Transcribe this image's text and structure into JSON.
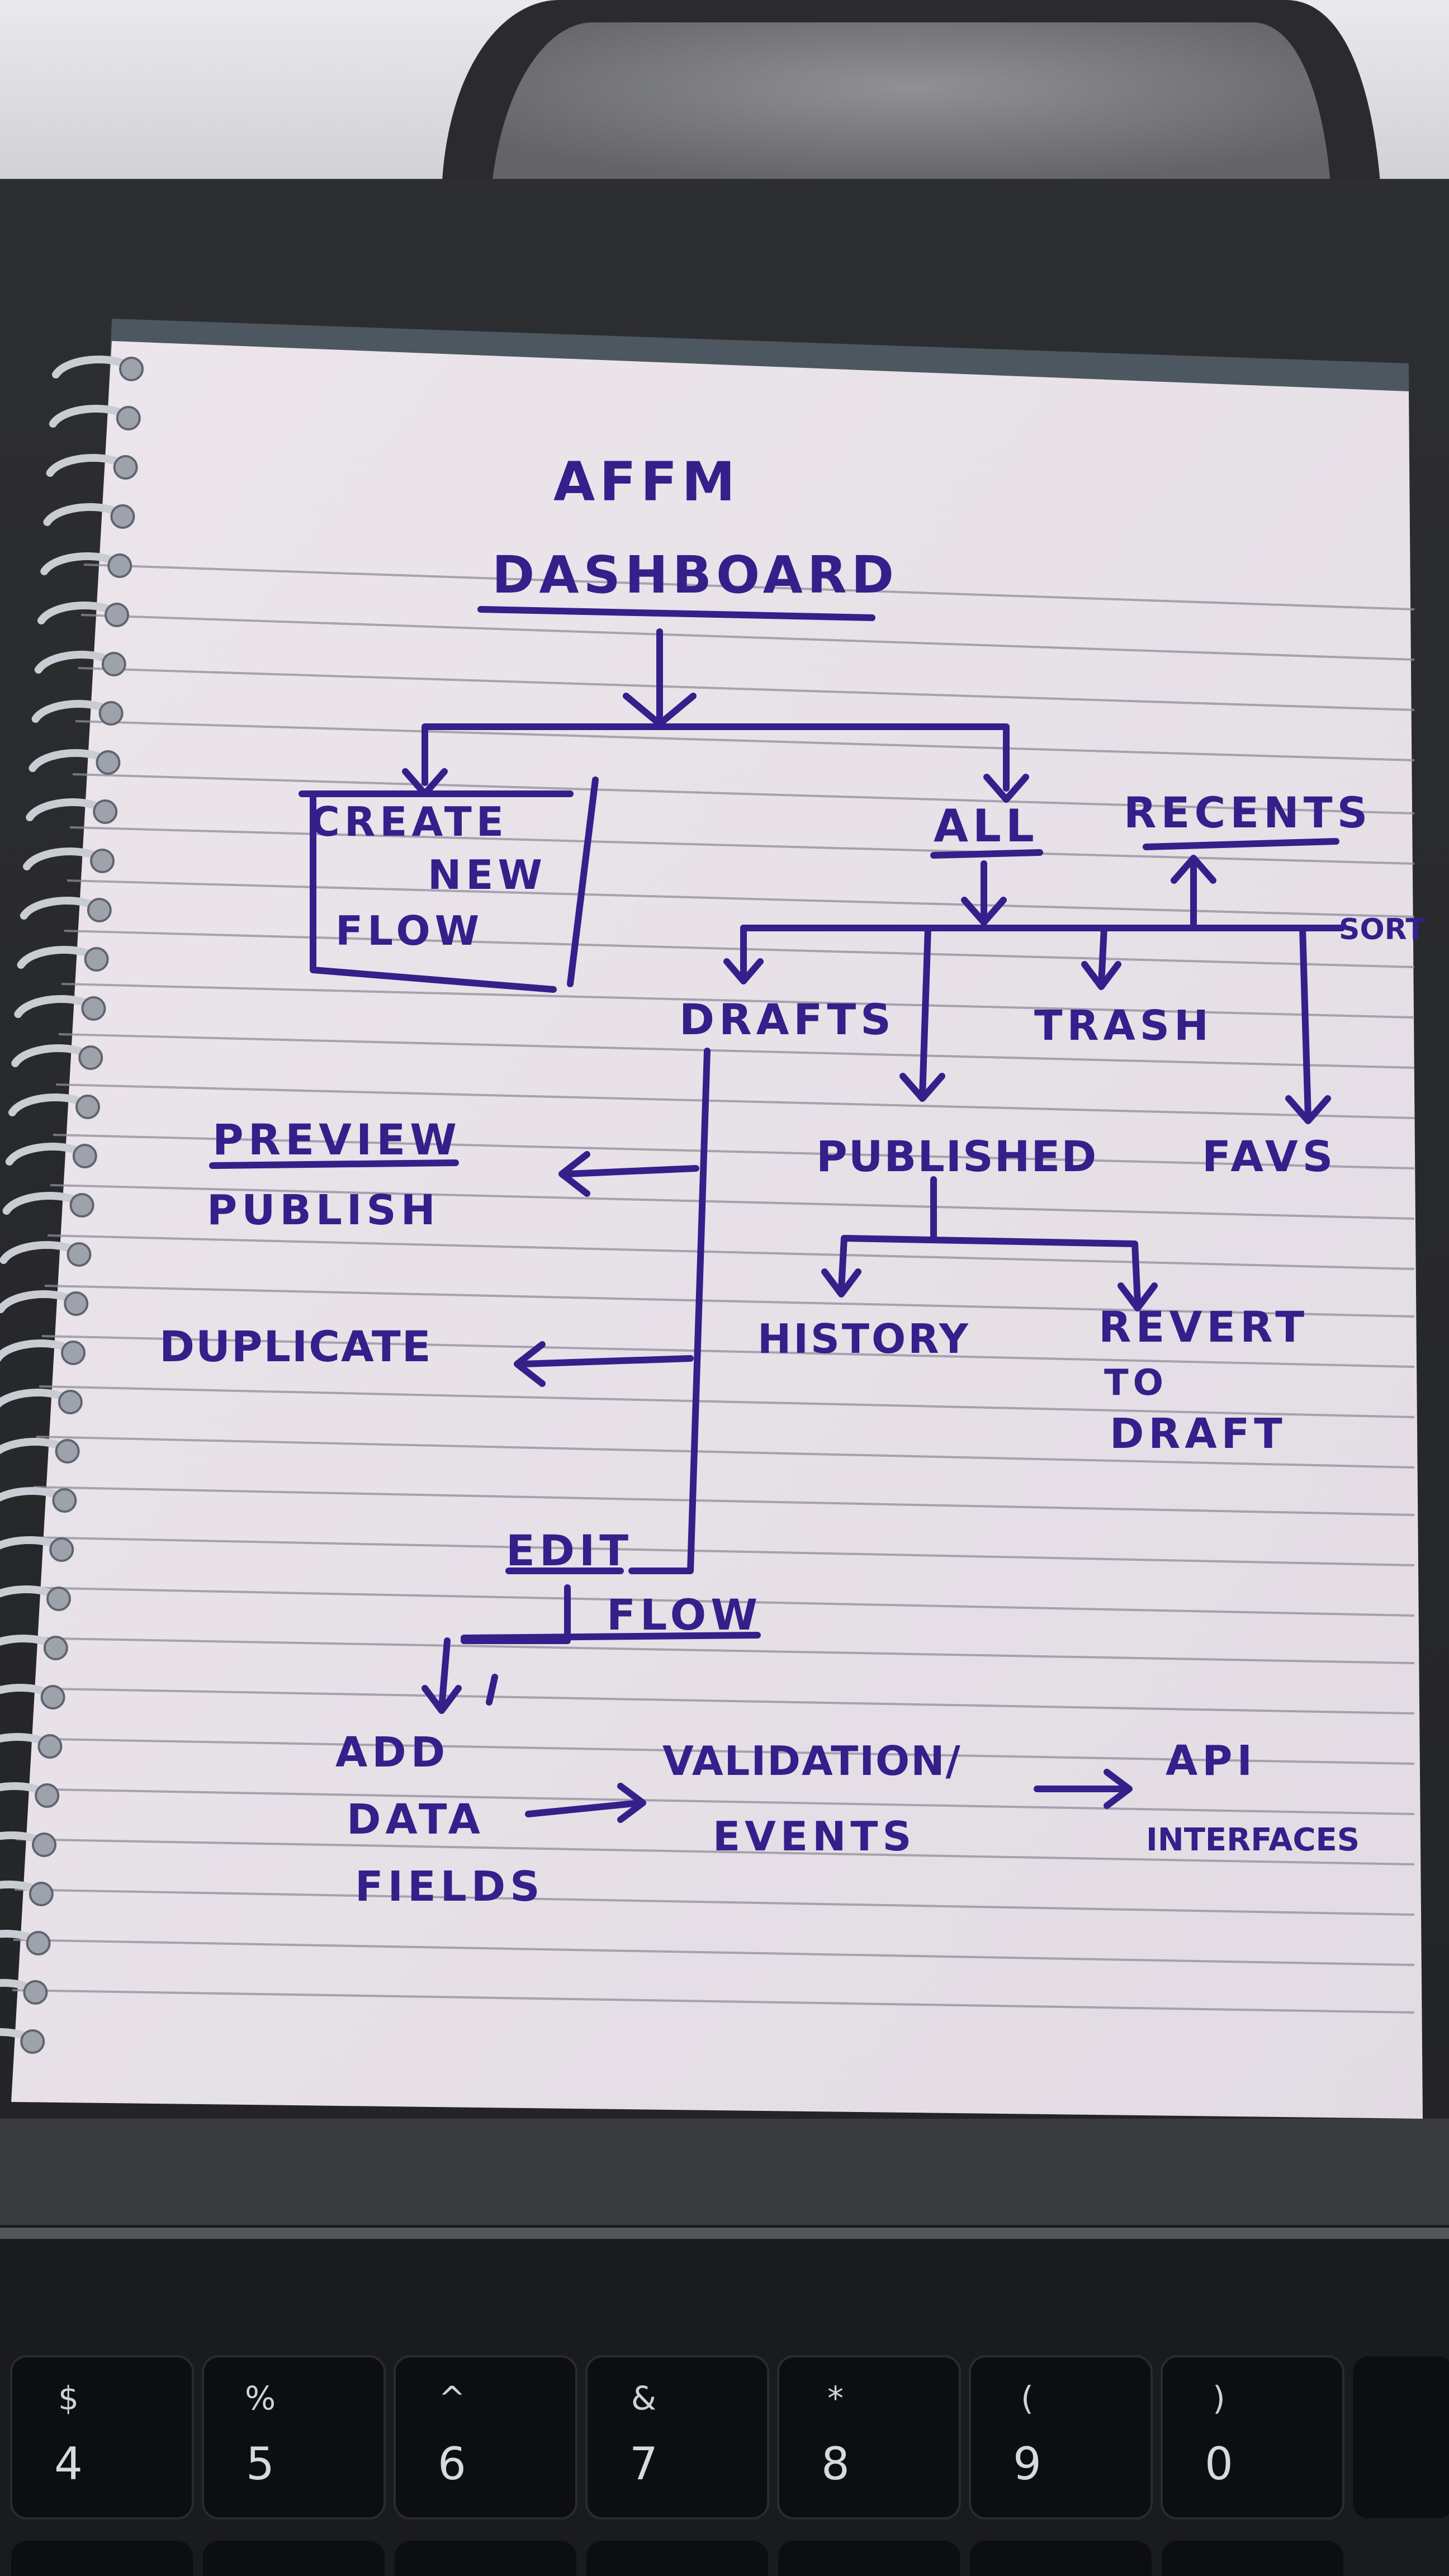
{
  "diagram": {
    "title_line1": "AFFM",
    "title_line2": "DASHBOARD",
    "nodes": {
      "create_line1": "CREATE",
      "create_line2": "NEW",
      "create_line3": "FLOW",
      "all": "ALL",
      "recents": "RECENTS",
      "sort": "SORT",
      "drafts": "DRAFTS",
      "trash": "TRASH",
      "published": "PUBLISHED",
      "favs": "FAVS",
      "preview": "PREVIEW",
      "publish": "PUBLISH",
      "duplicate": "DUPLICATE",
      "history": "HISTORY",
      "revert_line1": "REVERT",
      "revert_line2": "TO",
      "revert_line3": "DRAFT",
      "edit": "EDIT",
      "flow": "FLOW",
      "add_line1": "ADD",
      "add_line2": "DATA",
      "add_line3": "FIELDS",
      "validation_line1": "VALIDATION/",
      "validation_line2": "EVENTS",
      "api_line1": "API",
      "api_line2": "INTERFACES"
    }
  },
  "keyboard": {
    "keys": [
      {
        "symbol": "$",
        "digit": "4"
      },
      {
        "symbol": "%",
        "digit": "5"
      },
      {
        "symbol": "^",
        "digit": "6"
      },
      {
        "symbol": "&",
        "digit": "7"
      },
      {
        "symbol": "*",
        "digit": "8"
      },
      {
        "symbol": "(",
        "digit": "9"
      },
      {
        "symbol": ")",
        "digit": "0"
      }
    ]
  },
  "colors": {
    "ink": "#33208a",
    "paper": "#e6dfe6",
    "rule_line": "#9a9aa6",
    "laptop": "#2a2b2e"
  }
}
